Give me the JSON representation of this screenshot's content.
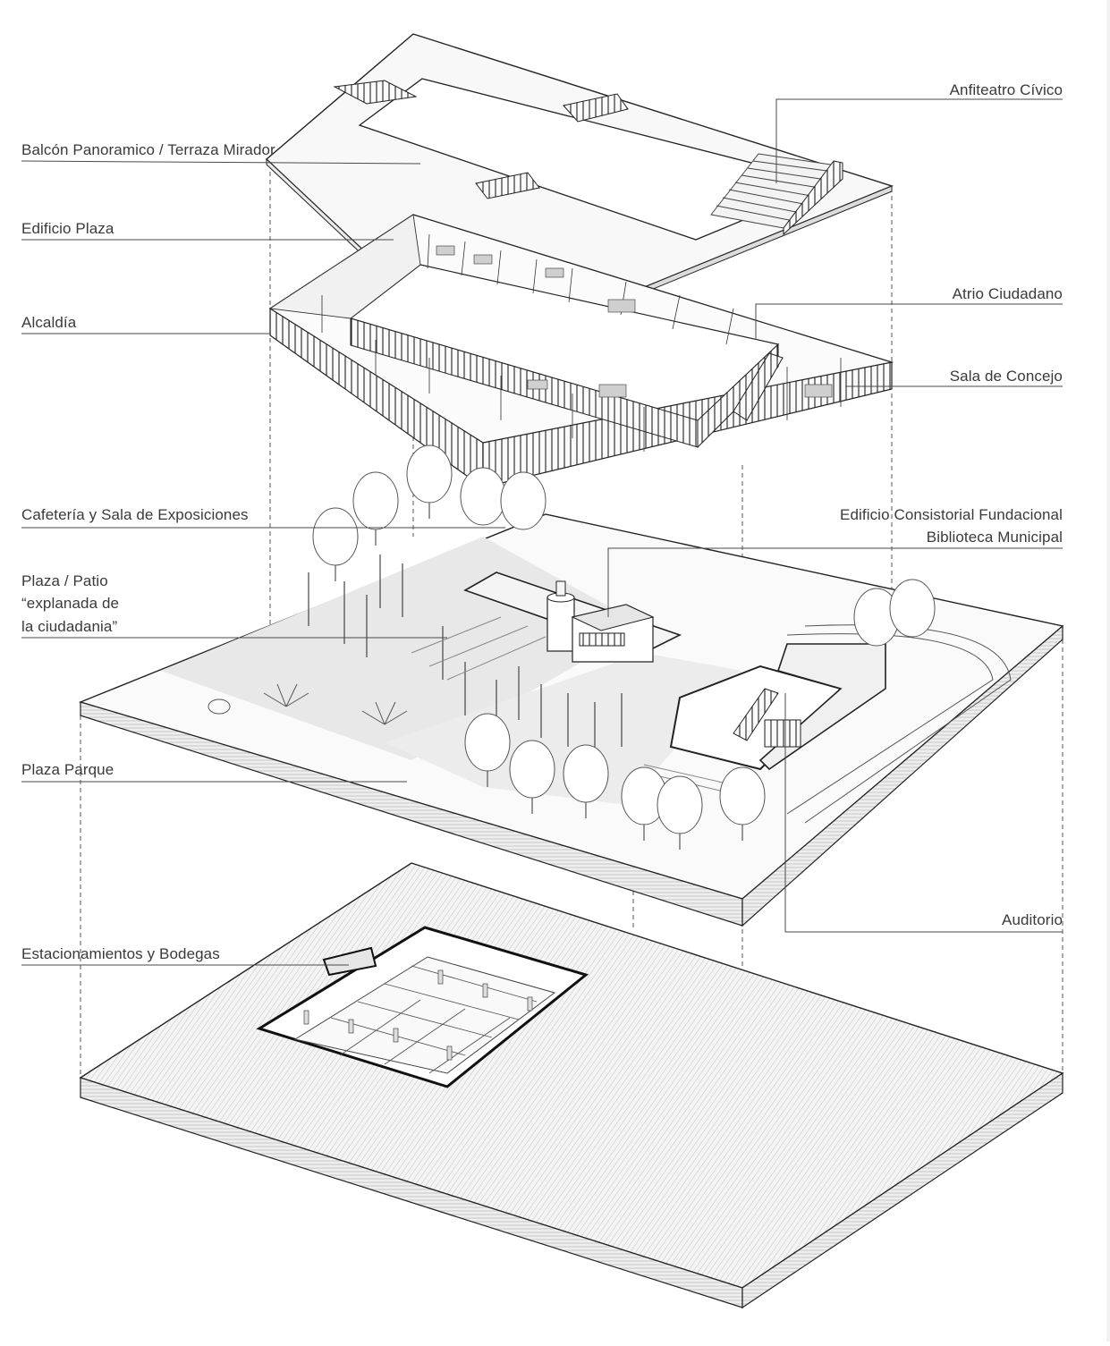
{
  "labels": {
    "anfiteatro": "Anfiteatro Cívico",
    "balcon": "Balcón Panoramico / Terraza Mirador",
    "edificio_plaza": "Edificio Plaza",
    "atrio": "Atrio Ciudadano",
    "alcaldia": "Alcaldía",
    "sala_concejo": "Sala de Concejo",
    "cafeteria": "Cafetería y Sala de Exposiciones",
    "consistorial_1": "Edificio Consistorial Fundacional",
    "consistorial_2": "Biblioteca Municipal",
    "plaza_patio_1": "Plaza / Patio",
    "plaza_patio_2": "“explanada de",
    "plaza_patio_3": "la ciudadania”",
    "plaza_parque": "Plaza Parque",
    "auditorio": "Auditorio",
    "estacionamientos": "Estacionamientos y Bodegas"
  },
  "colors": {
    "line": "#222222",
    "leader": "#4a4a4a",
    "slab_fill": "#f7f7f7",
    "ground_shade": "#e6e6e6",
    "text": "#3a3a3a"
  }
}
